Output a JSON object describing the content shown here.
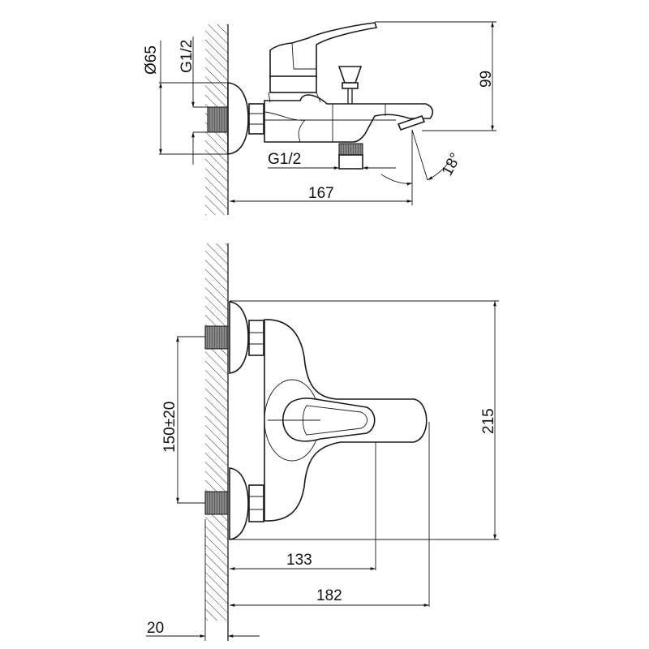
{
  "side_view": {
    "dim_flange_diameter": "Ø65",
    "dim_inlet_thread": "G1/2",
    "dim_height": "99",
    "dim_outlet_thread": "G1/2",
    "dim_spout_angle": "18°",
    "dim_projection": "167"
  },
  "top_view": {
    "dim_inlet_spacing": "150±20",
    "dim_width": "215",
    "dim_handle_depth": "133",
    "dim_total_depth": "182",
    "dim_wall_thickness": "20"
  }
}
